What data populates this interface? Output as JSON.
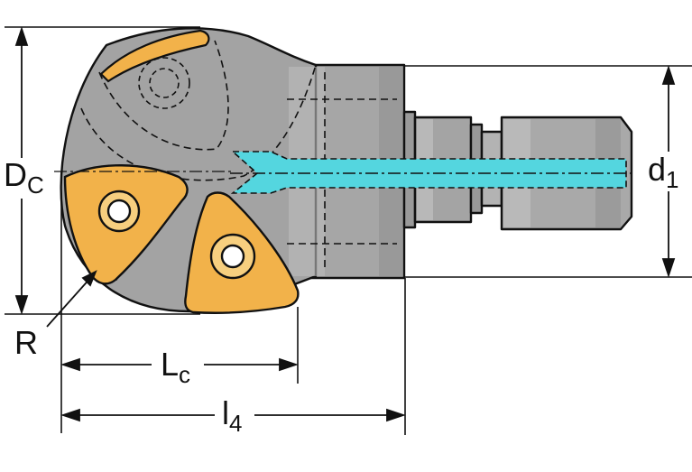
{
  "labels": {
    "dc_main": "D",
    "dc_sub": "C",
    "d1_main": "d",
    "d1_sub": "1",
    "r": "R",
    "lc_main": "L",
    "lc_sub": "c",
    "l4_main": "l",
    "l4_sub": "4"
  },
  "colors": {
    "body_gray": "#a8a8a8",
    "body_dark": "#8e8e8e",
    "body_light": "#c4c4c4",
    "insert_gold": "#f2b24a",
    "insert_gold_light": "#f7cf7f",
    "coolant_cyan": "#54d6df",
    "outline": "#111111",
    "dim_line": "#111111"
  },
  "icons": {
    "insert_hole": "circle-with-hole",
    "arrowhead": "filled-triangle"
  }
}
